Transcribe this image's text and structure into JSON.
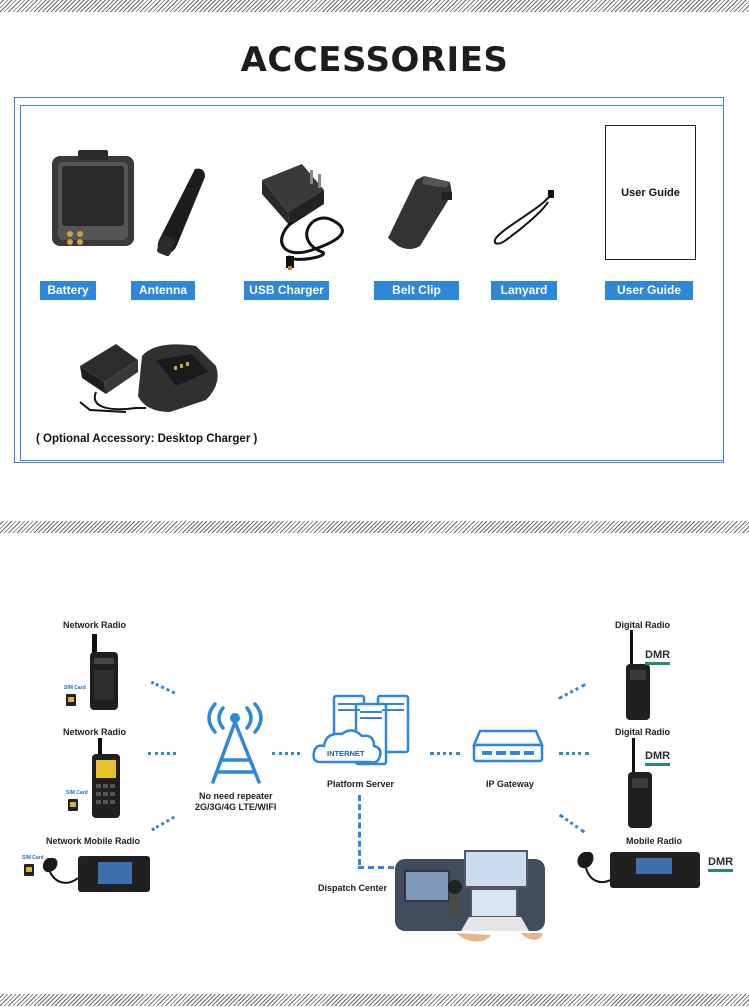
{
  "title": "ACCESSORIES",
  "accessories": [
    {
      "label": "Battery"
    },
    {
      "label": "Antenna"
    },
    {
      "label": "USB Charger"
    },
    {
      "label": "Belt Clip"
    },
    {
      "label": "Lanyard"
    },
    {
      "label": "User Guide"
    }
  ],
  "user_guide_cover_text": "User Guide",
  "optional_note": "( Optional Accessory: Desktop Charger )",
  "diagram": {
    "network_radio_1": "Network Radio",
    "network_radio_2": "Network Radio",
    "network_mobile_radio": "Network Mobile Radio",
    "sim_card": "SIM Card",
    "repeater_line1": "No need repeater",
    "repeater_line2": "2G/3G/4G LTE/WIFI",
    "internet": "INTERNET",
    "platform_server": "Platform Server",
    "ip_gateway": "IP Gateway",
    "dispatch_center": "Dispatch Center",
    "digital_radio_1": "Digital Radio",
    "digital_radio_2": "Digital Radio",
    "mobile_radio": "Mobile Radio",
    "dmr_logo": "DMR"
  },
  "colors": {
    "accent": "#2f87d9",
    "frame": "#3a84d2"
  }
}
